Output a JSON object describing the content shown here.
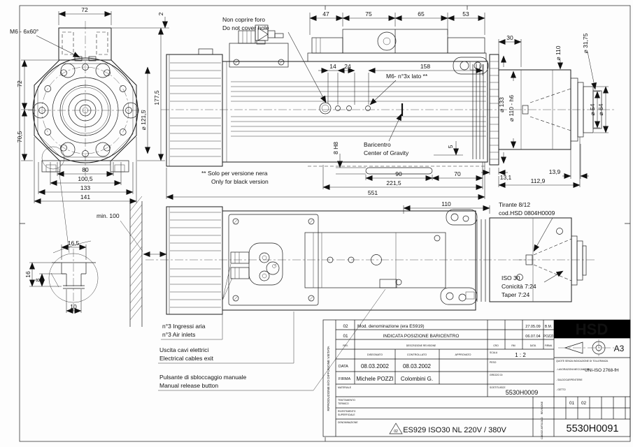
{
  "front": {
    "m6": "M6 - 6x60°",
    "w72": "72",
    "d2": "2",
    "h72": "72",
    "h705": "70,5",
    "h1775": "177,5",
    "dia1215": "⌀ 121,5",
    "b80": "80",
    "b1005": "100,5",
    "b133": "133",
    "b141": "141"
  },
  "side": {
    "d47": "47",
    "d75": "75",
    "d65": "65",
    "d53": "53",
    "d14": "14",
    "d24": "24",
    "d158": "158",
    "m6lato": "M6- n°3x lato **",
    "noncop1": "Non coprire foro",
    "noncop2": "Do not cover hole",
    "bar1": "Baricentro",
    "bar2": "Center of Gravity",
    "h8": "8 H8",
    "d5": "5",
    "d90": "90",
    "d70": "70",
    "d2215": "221,5",
    "d551": "551",
    "solo1": "**  Solo per versione nera",
    "solo2": "Only for black version"
  },
  "end": {
    "d30": "30",
    "dia110": "⌀ 110",
    "dia3175": "⌀ 31,75",
    "dia133": "⌀ 133",
    "dia110h6": "⌀ 110 - h6",
    "dia54": "⌀ 54",
    "dia64": "⌀ 64",
    "d131": "13,1",
    "d139": "13,9",
    "d1129": "112,9"
  },
  "bottom": {
    "d110": "110",
    "tir1": "Tirante 8/12",
    "tir2": "cod.HSD 0804H0009",
    "iso1": "ISO 30",
    "iso2": "Conicità 7:24",
    "iso3": "Taper   7:24",
    "aria1": "n°3 Ingressi aria",
    "aria2": "n°3 Air inlets",
    "cavi1": "Uscita cavi elettrici",
    "cavi2": "Electrical cables exit",
    "puls1": "Pulsante di sbloccaggio manuale",
    "puls2": "Manual release button"
  },
  "detail": {
    "min100": "min. 100",
    "d165": "16,5",
    "d16": "16",
    "d8": "8",
    "d10": "10"
  },
  "tb": {
    "rev_rows": [
      {
        "rev": "02",
        "desc": "Mod. denominazione (era ES919)",
        "date": "27.05.09",
        "sig": "B.M."
      },
      {
        "rev": "01",
        "desc": "INDICATA POSIZIONE BARICENTRO",
        "date": "06.07.04",
        "sig": "POZZI"
      }
    ],
    "h_rev": "REV.",
    "h_desc": "DESCRIZIONE REVISIONE",
    "h_cro": "CRO",
    "h_rm": "RM",
    "h_data": "DATA",
    "h_firma": "FIRMA",
    "h_dis": "DISEGNATO",
    "h_con": "CONTROLLATO",
    "h_app": "APPROVATO",
    "l_data": "DATA",
    "l_firma": "FIRMA",
    "l_mat": "MATERIALE",
    "dis_date": "08.03.2002",
    "con_date": "08.03.2002",
    "dis_name": "Michele POZZI",
    "con_name": "Colombini G.",
    "l_scala": "SCALA",
    "scala": "1 : 2",
    "l_peso": "PESO",
    "l_grezzo": "GREZZO DI",
    "l_sost": "SOSTITUISCE",
    "sost": "5530H0009",
    "tol0": "QUOTE SENZA INDICAZIONE DI TOLLERANZA",
    "tol1": "- LAVORAZIONI MECCANICHE",
    "tol1v": "UNI-ISO 2768-fH",
    "tol2": "- SALDOCARPENTERIE",
    "tol3": "- GETTO",
    "l_tratt1": "TRATTAMENTO",
    "l_tratt2": "TERMICO",
    "l_riv1": "RIVESTIMENTO",
    "l_riv2": "SUPERFICIALE",
    "l_denom": "DENOMINAZIONE",
    "l_revisione": "REVISIONE",
    "l_codice": "CODICE ARTICOLO",
    "box01": "01",
    "box02": "02",
    "tri02": "02",
    "denom": "ES929 ISO30 NL  220V / 380V",
    "code": "5530H0091",
    "brand": "HSD",
    "format": "A3",
    "viet": "RIPRODUZIONE E/O DIFFUSIONE VIETATA"
  }
}
